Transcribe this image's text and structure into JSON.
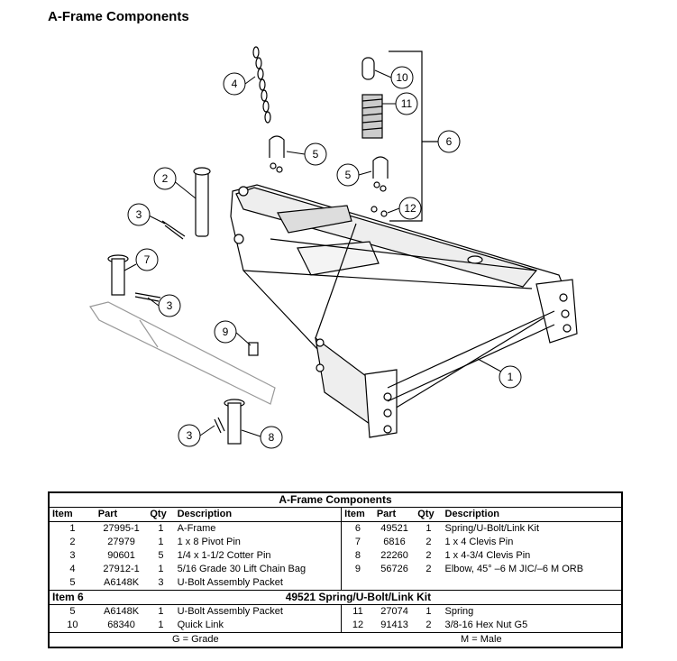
{
  "title": "A-Frame Components",
  "callouts": [
    {
      "num": "1"
    },
    {
      "num": "2"
    },
    {
      "num": "3"
    },
    {
      "num": "3"
    },
    {
      "num": "3"
    },
    {
      "num": "4"
    },
    {
      "num": "5"
    },
    {
      "num": "5"
    },
    {
      "num": "6"
    },
    {
      "num": "7"
    },
    {
      "num": "8"
    },
    {
      "num": "9"
    },
    {
      "num": "10"
    },
    {
      "num": "11"
    },
    {
      "num": "12"
    }
  ],
  "table": {
    "caption": "A-Frame Components",
    "headers": [
      "Item",
      "Part",
      "Qty",
      "Description",
      "Item",
      "Part",
      "Qty",
      "Description"
    ],
    "rows": [
      [
        "1",
        "27995-1",
        "1",
        "A-Frame",
        "6",
        "49521",
        "1",
        "Spring/U-Bolt/Link Kit"
      ],
      [
        "2",
        "27979",
        "1",
        "1 x 8 Pivot Pin",
        "7",
        "6816",
        "2",
        "1 x 4 Clevis Pin"
      ],
      [
        "3",
        "90601",
        "5",
        "1/4 x 1-1/2 Cotter Pin",
        "8",
        "22260",
        "2",
        "1 x 4-3/4 Clevis Pin"
      ],
      [
        "4",
        "27912-1",
        "1",
        "5/16 Grade 30 Lift Chain Bag",
        "9",
        "56726",
        "2",
        "Elbow, 45° –6 M JIC/–6 M ORB"
      ],
      [
        "5",
        "A6148K",
        "3",
        "U-Bolt Assembly Packet",
        "",
        "",
        "",
        ""
      ]
    ],
    "kit_label": "Item 6",
    "kit_title": "49521  Spring/U-Bolt/Link Kit",
    "kit_rows": [
      [
        "5",
        "A6148K",
        "1",
        "U-Bolt Assembly Packet",
        "11",
        "27074",
        "1",
        "Spring"
      ],
      [
        "10",
        "68340",
        "1",
        "Quick Link",
        "12",
        "91413",
        "2",
        "3/8-16 Hex Nut G5"
      ]
    ],
    "footnote_left": "G = Grade",
    "footnote_right": "M = Male"
  }
}
